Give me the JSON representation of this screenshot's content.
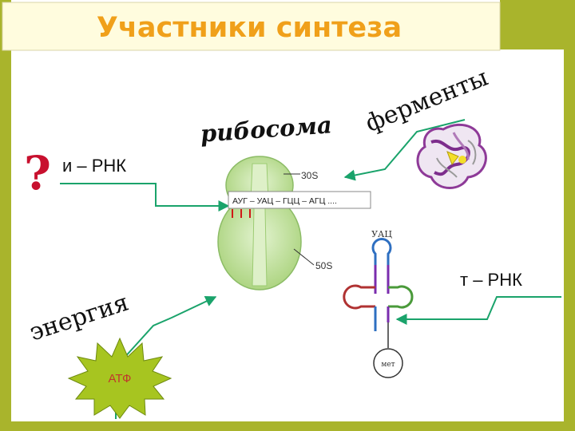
{
  "title": "Участники синтеза",
  "labels": {
    "mrna": "и – РНК",
    "trna": "т – РНК",
    "enzymes": "ферменты",
    "ribosome": "рибосома",
    "energy": "энергия",
    "atp": "АТФ",
    "question_mark": "?"
  },
  "ribosome": {
    "small_subunit": "30S",
    "large_subunit": "50S",
    "codon_strip": "АУГ – УАЦ – ГЦЦ – АГЦ ....",
    "trna_anticodon": "УАЦ",
    "trna_amino_acid": "мет"
  },
  "colors": {
    "frame_olive": "#a9b42c",
    "title_box": "#fffcde",
    "title_text": "#f0a01a",
    "arrow_green": "#1aa36b",
    "question_red": "#c8102e",
    "ribosome_green": "#b5dc8c",
    "atp_green": "#a7c520"
  }
}
